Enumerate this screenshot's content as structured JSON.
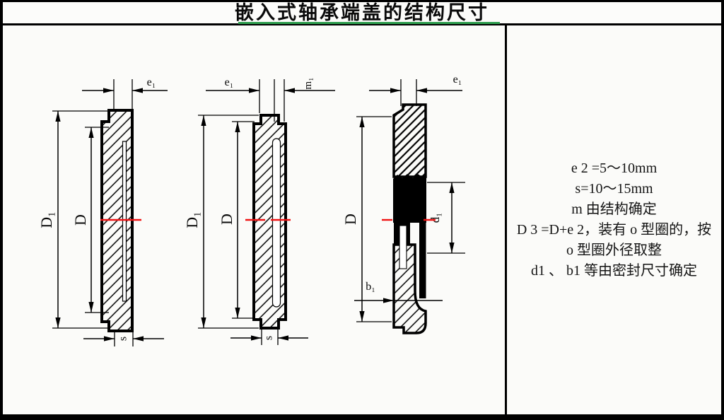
{
  "title": "嵌入式轴承端盖的结构尺寸",
  "notes": {
    "line1": "e 2 =5～10mm",
    "line2": "s=10～15mm",
    "line3": "m 由结构确定",
    "line4": "D 3 =D+e 2，装有 o 型圈的，按",
    "line5": "o 型圈外径取整",
    "line6": "d1 、 b1 等由密封尺寸确定"
  },
  "figures": {
    "fig1": {
      "e": "e₁",
      "D1": "D₁",
      "D": "D",
      "s": "s"
    },
    "fig2": {
      "e": "e₁",
      "m": "m₁",
      "D1": "D₁",
      "D": "D",
      "s": "s"
    },
    "fig3": {
      "e": "e₁",
      "D": "D",
      "d1": "d₁",
      "b1": "b₁"
    }
  },
  "colors": {
    "ink": "#000000",
    "centerline_red": "#f01414",
    "title_underline_green": "#2e9e4f"
  }
}
